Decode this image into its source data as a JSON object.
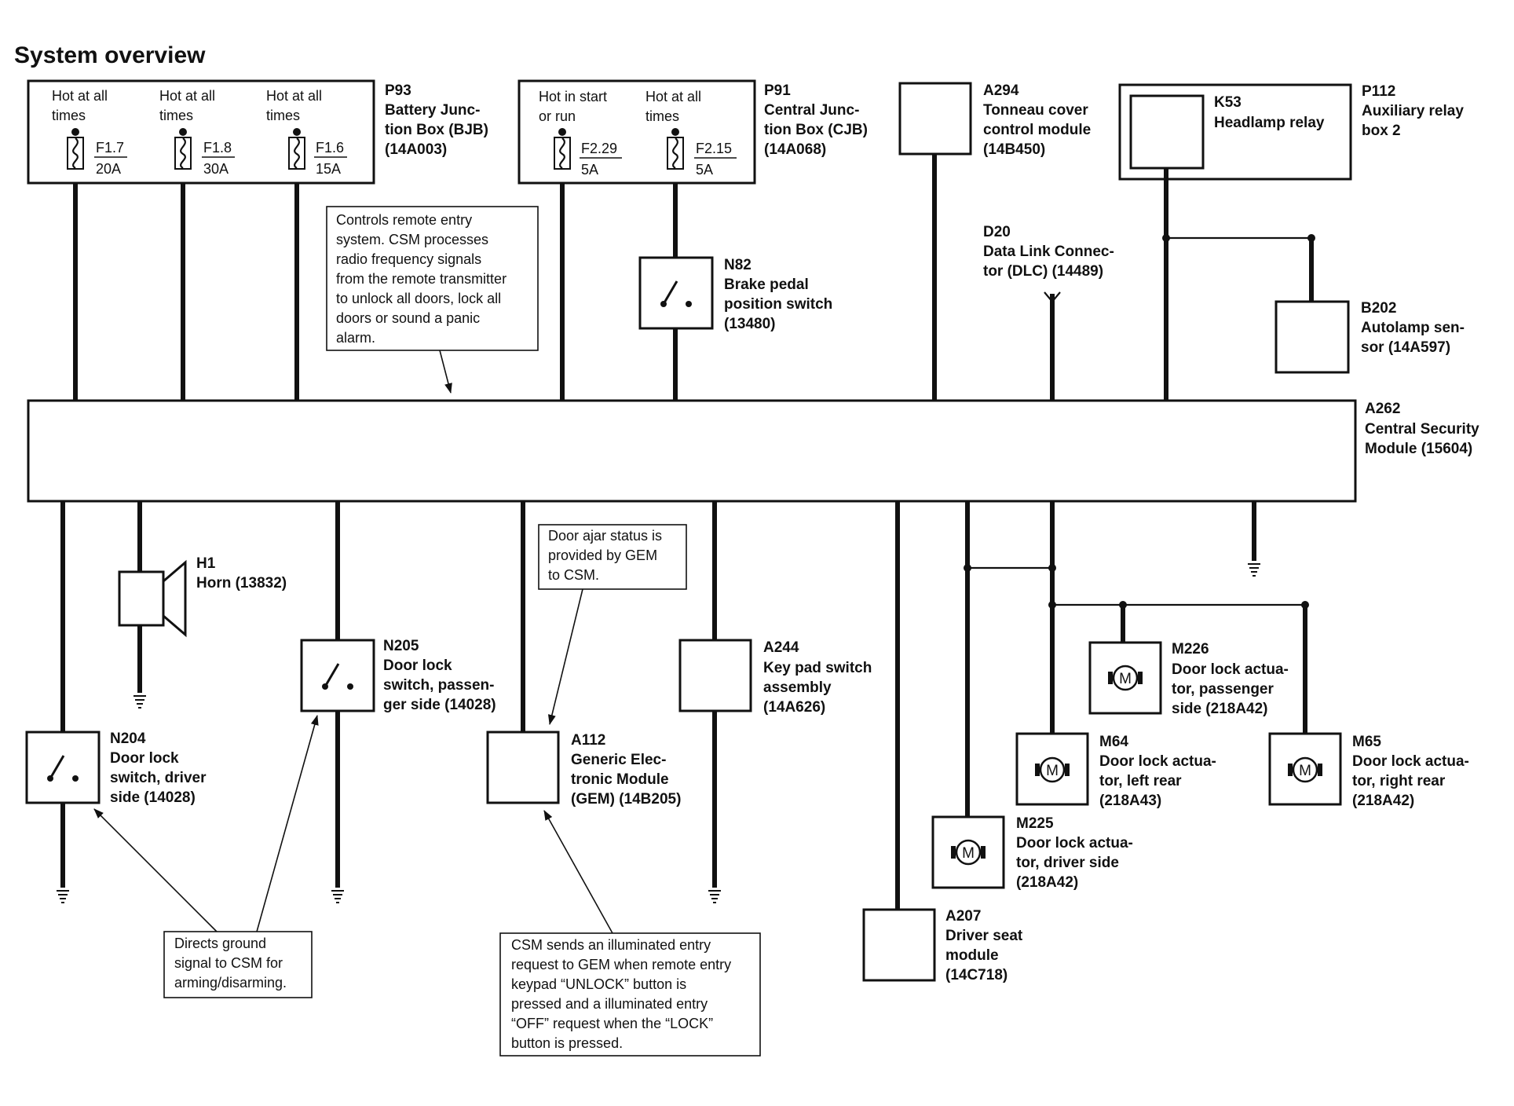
{
  "title": "System overview",
  "fuses": {
    "bjb": [
      {
        "hot": [
          "Hot at all",
          "times"
        ],
        "id": "F1.7",
        "amp": "20A"
      },
      {
        "hot": [
          "Hot at all",
          "times"
        ],
        "id": "F1.8",
        "amp": "30A"
      },
      {
        "hot": [
          "Hot at all",
          "times"
        ],
        "id": "F1.6",
        "amp": "15A"
      }
    ],
    "cjb": [
      {
        "hot": [
          "Hot in start",
          "or run"
        ],
        "id": "F2.29",
        "amp": "5A"
      },
      {
        "hot": [
          "Hot at all",
          "times"
        ],
        "id": "F2.15",
        "amp": "5A"
      }
    ]
  },
  "components": {
    "p93": {
      "id": "P93",
      "name": [
        "Battery Junc-",
        "tion Box (BJB)",
        "(14A003)"
      ]
    },
    "p91": {
      "id": "P91",
      "name": [
        "Central Junc-",
        "tion Box (CJB)",
        "(14A068)"
      ]
    },
    "a294": {
      "id": "A294",
      "name": [
        "Tonneau cover",
        "control module",
        "(14B450)"
      ]
    },
    "k53": {
      "id": "K53",
      "name": [
        "Headlamp relay"
      ]
    },
    "p112": {
      "id": "P112",
      "name": [
        "Auxiliary relay",
        "box 2"
      ]
    },
    "n82": {
      "id": "N82",
      "name": [
        "Brake pedal",
        "position switch",
        "(13480)"
      ]
    },
    "d20": {
      "id": "D20",
      "name": [
        "Data Link Connec-",
        "tor (DLC) (14489)"
      ]
    },
    "b202": {
      "id": "B202",
      "name": [
        "Autolamp sen-",
        "sor (14A597)"
      ]
    },
    "a262": {
      "id": "A262",
      "name": [
        "Central Security",
        "Module (15604)"
      ]
    },
    "h1": {
      "id": "H1",
      "name": [
        "Horn (13832)"
      ]
    },
    "n205": {
      "id": "N205",
      "name": [
        "Door lock",
        "switch, passen-",
        "ger side (14028)"
      ]
    },
    "a244": {
      "id": "A244",
      "name": [
        "Key pad switch",
        "assembly",
        "(14A626)"
      ]
    },
    "m226": {
      "id": "M226",
      "name": [
        "Door lock actua-",
        "tor, passenger",
        "side (218A42)"
      ]
    },
    "n204": {
      "id": "N204",
      "name": [
        "Door lock",
        "switch, driver",
        "side (14028)"
      ]
    },
    "a112": {
      "id": "A112",
      "name": [
        "Generic Elec-",
        "tronic Module",
        "(GEM) (14B205)"
      ]
    },
    "m64": {
      "id": "M64",
      "name": [
        "Door lock actua-",
        "tor, left rear",
        "(218A43)"
      ]
    },
    "m65": {
      "id": "M65",
      "name": [
        "Door lock actua-",
        "tor, right rear",
        "(218A42)"
      ]
    },
    "m225": {
      "id": "M225",
      "name": [
        "Door lock actua-",
        "tor, driver side",
        "(218A42)"
      ]
    },
    "a207": {
      "id": "A207",
      "name": [
        "Driver seat",
        "module",
        "(14C718)"
      ]
    }
  },
  "motor_symbol": "M",
  "notes": {
    "remote_entry": [
      "Controls remote entry",
      "system. CSM processes",
      "radio frequency signals",
      "from the remote transmitter",
      "to unlock  all doors, lock all",
      "doors or sound a panic",
      "alarm."
    ],
    "door_ajar": [
      "Door ajar status is",
      "provided by GEM",
      "to CSM."
    ],
    "ground_signal": [
      "Directs ground",
      "signal to CSM for",
      "arming/disarming."
    ],
    "illuminated_entry": [
      "CSM sends an illuminated entry",
      "request to GEM when remote entry",
      "keypad “UNLOCK” button is",
      "pressed and a illuminated entry",
      "“OFF” request when the “LOCK”",
      "button is pressed."
    ]
  }
}
